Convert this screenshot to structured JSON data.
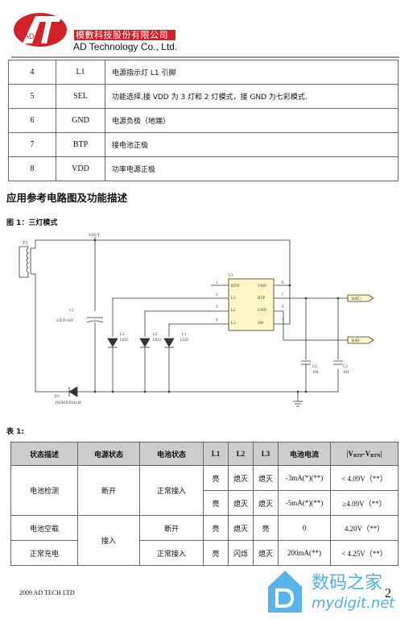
{
  "header": {
    "logo_letters": "AD",
    "company_cn": "模數科技股份有限公司",
    "company_en": "AD Technology Co., Ltd."
  },
  "pin_table": [
    {
      "num": "4",
      "name": "L1",
      "desc": "电源指示灯 L1 引脚"
    },
    {
      "num": "5",
      "name": "SEL",
      "desc": "功能选择,接 VDD 为 3 灯和 2 灯模式，接 GND 为七彩模式."
    },
    {
      "num": "6",
      "name": "GND",
      "desc": "电源负极（地端）"
    },
    {
      "num": "7",
      "name": "BTP",
      "desc": "接电池正极"
    },
    {
      "num": "8",
      "name": "VDD",
      "desc": "功率电源正极"
    }
  ],
  "section_title": "应用参考电路图及功能描述",
  "figure_caption": "图 1：三灯模式",
  "circuit": {
    "labels": {
      "t1": "T1",
      "vout": "VOUT",
      "c1": "C1",
      "c1_val": "22UF/16V",
      "u1": "U1",
      "d1": "D1",
      "d1_part": "1N5819/IN4148",
      "l3": "L3",
      "l2": "L2",
      "l1": "L1",
      "led": "LED",
      "c3": "C3",
      "c2": "C2",
      "cap_val": "104",
      "bat_pos": "BAT+",
      "bat_neg": "BAT-"
    },
    "chip_pins_left": [
      "BTN",
      "L3",
      "L2",
      "L1"
    ],
    "chip_pins_right": [
      "VDD",
      "BTP",
      "GND",
      "SW"
    ],
    "pin_numbers_left": [
      "1",
      "2",
      "3",
      "4"
    ],
    "pin_numbers_right": [
      "8",
      "7",
      "6",
      "5"
    ]
  },
  "table_caption": "表 1:",
  "state_table": {
    "headers": {
      "state": "状态描述",
      "power": "电源状态",
      "battery": "电池状态",
      "l1": "L1",
      "l2": "L2",
      "l3": "L3",
      "current": "电池电流",
      "voltage_v": "V",
      "voltage_btp": "BTP",
      "voltage_btn": "BTN"
    },
    "rows": {
      "detect": "电池检测",
      "off": "断开",
      "normal": "正常接入",
      "empty": "电池空载",
      "on": "接入",
      "disconnected": "断开",
      "charging": "正常充电",
      "normal2": "正常接入"
    },
    "cells": {
      "r1": {
        "l1": "亮",
        "l2": "熄灭",
        "l3": "熄灭",
        "current": "-3mA(*)(**)",
        "voltage": "< 4.09V（**）"
      },
      "r2": {
        "l1": "亮",
        "l2": "熄灭",
        "l3": "熄灭",
        "current": "-5mA(*)(**)",
        "voltage": "≥4.09V（**）"
      },
      "r3": {
        "l1": "亮",
        "l2": "熄灭",
        "l3": "亮",
        "current": "0",
        "voltage": "4.20V（**）"
      },
      "r4": {
        "l1": "亮",
        "l2": "闪烁",
        "l3": "熄灭",
        "current": "200mA(**)",
        "voltage": "< 4.25V（**）"
      }
    }
  },
  "footer": {
    "text": "2009 AD TECH LTD",
    "page": "2"
  },
  "watermark": {
    "cn": "数码之家",
    "url": "mydigit.net"
  },
  "colors": {
    "brand_red": "#d42027",
    "header_bg": "#cdcdcd",
    "chip_fill": "#fff6c8",
    "watermark_blue": "#3aa8e8"
  }
}
